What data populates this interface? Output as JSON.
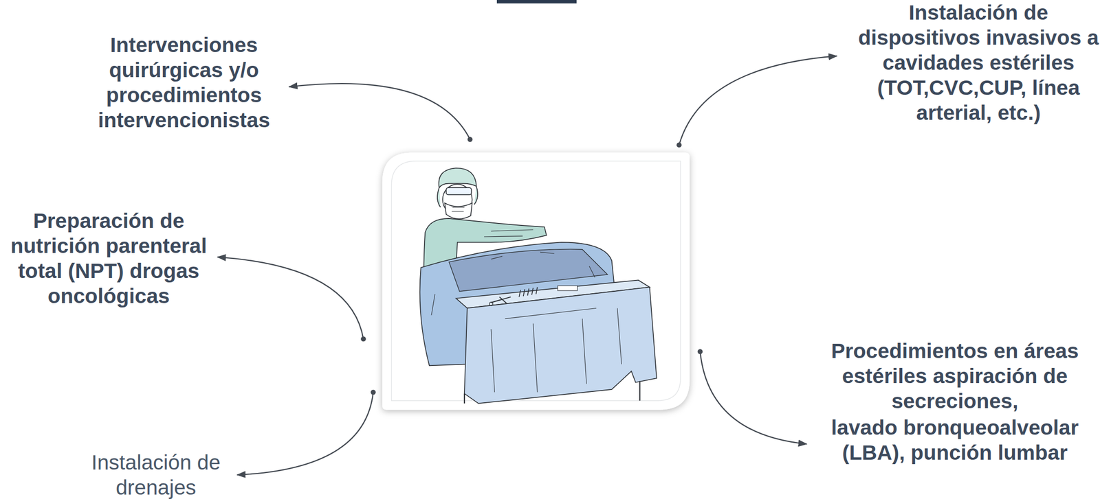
{
  "diagram": {
    "labels": [
      "Intervenciones quirúrgicas y/o procedimientos intervencionistas",
      "Instalación de dispositivos invasivos a cavidades estériles (TOT,CVC,CUP, línea arterial, etc.)",
      "Preparación de nutrición parenteral total (NPT) drogas oncológicas",
      "Procedimientos en áreas estériles aspiración de secreciones,",
      "lavado bronqueoalveolar (LBA), punción lumbar",
      "Instalación de drenajes"
    ]
  }
}
